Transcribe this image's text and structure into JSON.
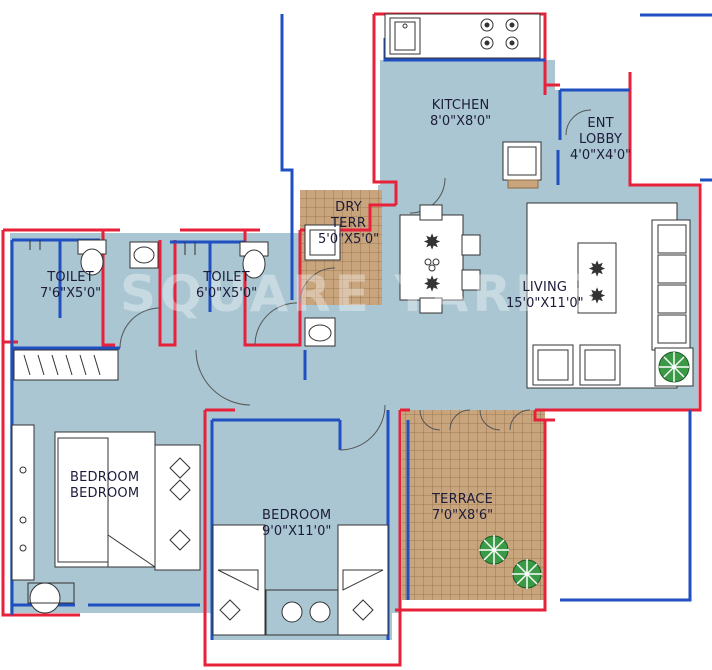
{
  "watermark": "SQUARE YARDS",
  "colors": {
    "floor": "#a9c6d2",
    "terrace": "#c7a47c",
    "outer_wall": "#e8213a",
    "inner_wall": "#1f4fc0",
    "furniture": "#ffffff",
    "text": "#1c1c3a"
  },
  "rooms": {
    "kitchen": {
      "name": "KITCHEN",
      "dims": "8'0\"X8'0\""
    },
    "ent_lobby": {
      "name_line1": "ENT",
      "name_line2": "LOBBY",
      "dims": "4'0\"X4'0\""
    },
    "dry_terr": {
      "name_line1": "DRY",
      "name_line2": "TERR",
      "dims": "5'0\"X5'0\""
    },
    "living": {
      "name": "LIVING",
      "dims": "15'0\"X11'0\""
    },
    "toilet_1": {
      "name": "TOILET",
      "dims": "7'6\"X5'0\""
    },
    "toilet_2": {
      "name": "TOILET",
      "dims": "6'0\"X5'0\""
    },
    "bedroom_1": {
      "name": "BEDROOM",
      "name_ghost": "BEDROOM"
    },
    "bedroom_2": {
      "name": "BEDROOM",
      "dims": "9'0\"X11'0\""
    },
    "terrace": {
      "name": "TERRACE",
      "dims": "7'0\"X8'6\""
    }
  }
}
